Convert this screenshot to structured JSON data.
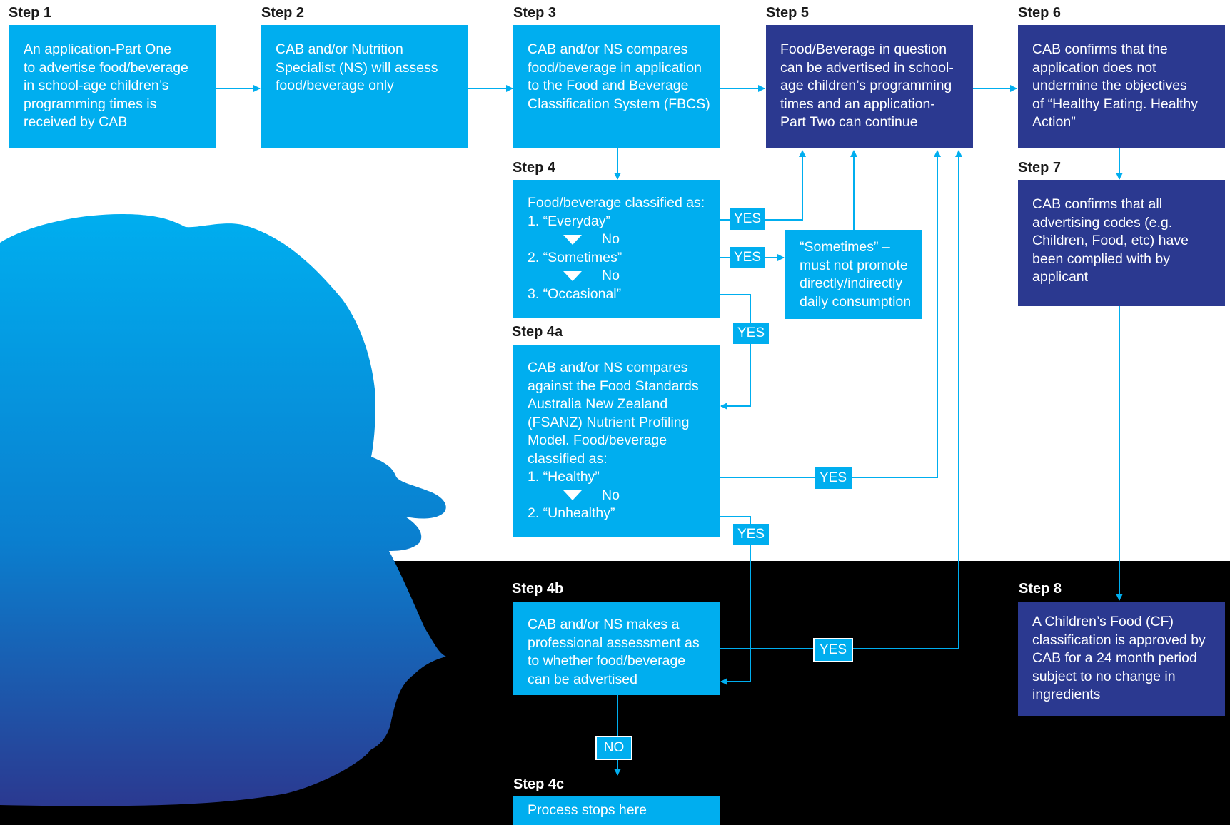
{
  "steps": {
    "s1": "Step 1",
    "s2": "Step 2",
    "s3": "Step 3",
    "s4": "Step 4",
    "s4a": "Step 4a",
    "s4b": "Step 4b",
    "s4c": "Step 4c",
    "s5": "Step 5",
    "s6": "Step 6",
    "s7": "Step 7",
    "s8": "Step 8"
  },
  "boxes": {
    "step1": [
      "An application-Part One",
      "to advertise food/beverage",
      "in school-age children’s",
      "programming times is",
      "received by CAB"
    ],
    "step2": [
      "CAB and/or Nutrition",
      "Specialist (NS) will assess",
      "food/beverage only"
    ],
    "step3": [
      "CAB and/or NS compares",
      "food/beverage in application",
      "to the Food and Beverage",
      "Classification System (FBCS)"
    ],
    "step4": {
      "intro": "Food/beverage classified as:",
      "opt1": "1. “Everyday”",
      "no1": "No",
      "opt2": "2. “Sometimes”",
      "no2": "No",
      "opt3": "3. “Occasional”"
    },
    "sometimes_note": [
      "“Sometimes” –",
      "must not promote",
      "directly/indirectly",
      "daily consumption"
    ],
    "step4a": {
      "lines": [
        "CAB and/or NS compares",
        "against the Food Standards",
        "Australia New Zealand",
        "(FSANZ) Nutrient Profiling",
        "Model. Food/beverage",
        "classified as:"
      ],
      "opt1": "1. “Healthy”",
      "no1": "No",
      "opt2": "2. “Unhealthy”"
    },
    "step4b": [
      "CAB and/or NS makes a",
      "professional assessment as",
      "to whether food/beverage",
      "can be advertised"
    ],
    "step4c": [
      "Process stops here"
    ],
    "step5": [
      "Food/Beverage in question",
      "can be advertised in school-",
      "age children’s programming",
      "times and an application-",
      "Part Two can continue"
    ],
    "step6": [
      "CAB confirms that the",
      "application does not",
      "undermine the objectives",
      "of “Healthy Eating. Healthy",
      "Action”"
    ],
    "step7": [
      "CAB confirms that all",
      "advertising codes (e.g.",
      "Children, Food, etc) have",
      "been complied with by",
      "applicant"
    ],
    "step8": [
      "A Children’s Food (CF)",
      "classification is approved by",
      "CAB for a 24 month period",
      "subject to no change in",
      "ingredients"
    ]
  },
  "badges": {
    "yes_everyday": "YES",
    "yes_sometimes": "YES",
    "yes_occasional": "YES",
    "yes_healthy": "YES",
    "yes_unhealthy": "YES",
    "yes_4b": "YES",
    "no_4b": "NO"
  },
  "colors": {
    "cyan": "#00aeef",
    "navy": "#2b3990",
    "silhouette_top": "#00aeef",
    "silhouette_bottom": "#2b3990",
    "band": "#000000"
  }
}
